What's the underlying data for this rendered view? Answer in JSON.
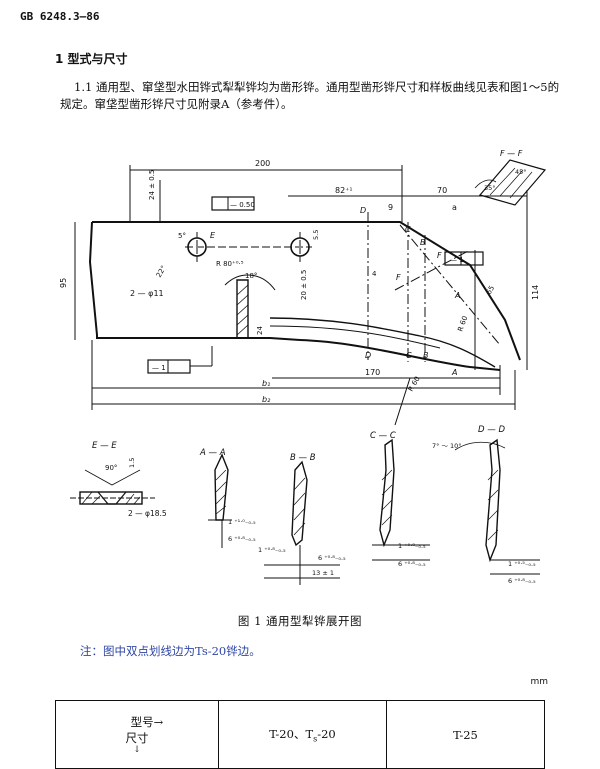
{
  "header": {
    "standard_no": "GB 6248.3—86"
  },
  "section": {
    "title": "1 型式与尺寸"
  },
  "paragraph": {
    "text": "1.1 通用型、窜垡型水田铧式犁犁铧均为凿形铧。通用型凿形铧尺寸和样板曲线见表和图1～5的规定。窜垡型凿形铧尺寸见附录A（参考件）。"
  },
  "figure": {
    "caption": "图 1  通用型犁铧展开图",
    "main_labels": {
      "dim_200": "200",
      "dim_24_5": "24 ± 0.5",
      "dim_82": "82⁺¹",
      "dim_70": "70",
      "dim_9": "9",
      "dim_a": "a",
      "dim_95": "95",
      "dim_114": "114",
      "dim_170": "170",
      "dim_20": "20 ± 0.5",
      "dim_24": "24",
      "dim_r80": "R 80⁺⁰·⁵",
      "dim_2phi11": "2 — φ11",
      "dim_18deg": "18°",
      "dim_22": "22°",
      "dim_5": "5°",
      "dim_5_5": "5.5",
      "dim_65": "65",
      "dim_4": "4",
      "dim_r60a": "R 60",
      "dim_r60b": "R 60",
      "tol_box1": "— 0.50",
      "tol_box2": "— 1",
      "tol_box3": "— 1",
      "label_D_top": "D",
      "label_D_bot": "D",
      "label_C_top": "C",
      "label_C_bot": "C",
      "label_B_top": "B",
      "label_B_bot": "B",
      "label_A_mid": "A",
      "label_A_bot": "A",
      "label_E": "E",
      "label_F1": "F",
      "label_F2": "F",
      "label_b1": "b₁",
      "label_b2": "b₂",
      "label_FF": "F — F",
      "dim_35deg": "35°",
      "dim_45deg": "45°"
    },
    "sections": {
      "ee": {
        "title": "E — E",
        "angle": "90°",
        "dim_r": "1.5",
        "dim_phi": "2 — φ18.5"
      },
      "aa": {
        "title": "A — A",
        "dim_1": "1 ⁺¹·⁰₋₀.₅",
        "dim_6": "6 ⁺⁰·⁸₋₀.₅"
      },
      "bb": {
        "title": "B — B",
        "dim_1": "1 ⁺⁰·⁸₋₀.₅",
        "dim_6": "6 ⁺⁰·⁸₋₀.₅",
        "dim_13": "13 ± 1"
      },
      "cc": {
        "title": "C — C",
        "dim_1": "1 ⁺⁰·⁸₋₀.₅",
        "dim_6": "6 ⁺⁰·⁸₋₀.₅"
      },
      "dd": {
        "title": "D — D",
        "angle": "7° ～ 10°",
        "dim_1": "1 ⁺⁰·⁵₋₀.₅",
        "dim_6": "6 ⁺⁰·⁸₋₀.₅"
      }
    }
  },
  "note": {
    "text": "注：图中双点划线边为Ts-20铧边。"
  },
  "unit": {
    "text": "mm"
  },
  "table": {
    "header_left_top": "型号→",
    "header_left_bottom": "尺寸",
    "col1": "T-20、T",
    "col1_sub": "s",
    "col1_tail": "-20",
    "col2": "T-25"
  }
}
